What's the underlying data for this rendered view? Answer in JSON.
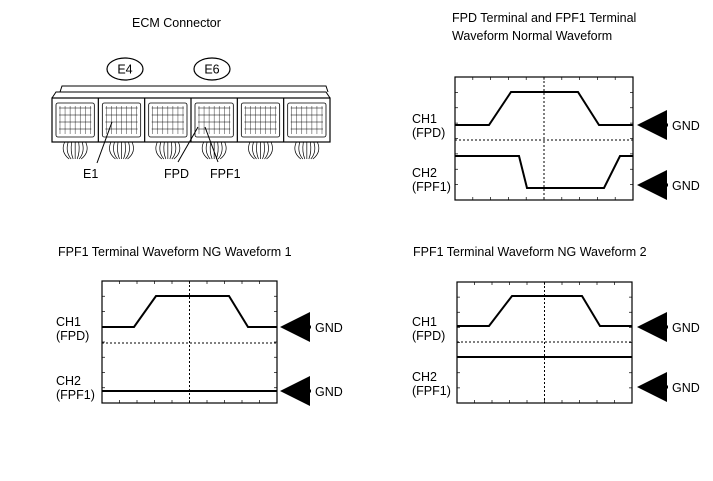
{
  "ecm": {
    "title": "ECM Connector",
    "connector_labels": [
      "E4",
      "E6"
    ],
    "pin_labels": [
      "E1",
      "FPD",
      "FPF1"
    ]
  },
  "panels": [
    {
      "title_lines": [
        "FPD Terminal and FPF1 Terminal",
        "Waveform Normal Waveform"
      ],
      "ch1_label": [
        "CH1",
        "(FPD)"
      ],
      "ch2_label": [
        "CH2",
        "(FPF1)"
      ],
      "gnd_labels": [
        "GND",
        "GND"
      ]
    },
    {
      "title_lines": [
        "FPF1 Terminal Waveform NG Waveform 1"
      ],
      "ch1_label": [
        "CH1",
        "(FPD)"
      ],
      "ch2_label": [
        "CH2",
        "(FPF1)"
      ],
      "gnd_labels": [
        "GND",
        "GND"
      ]
    },
    {
      "title_lines": [
        "FPF1 Terminal Waveform NG Waveform 2"
      ],
      "ch1_label": [
        "CH1",
        "(FPD)"
      ],
      "ch2_label": [
        "CH2",
        "(FPF1)"
      ],
      "gnd_labels": [
        "GND",
        "GND"
      ]
    }
  ]
}
